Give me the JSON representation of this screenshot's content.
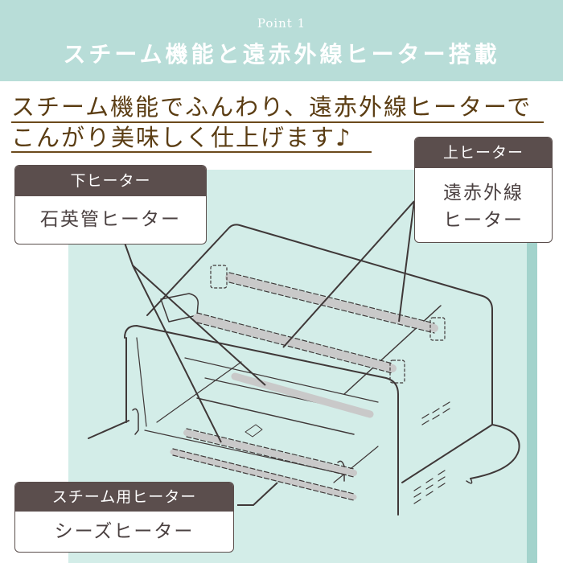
{
  "header": {
    "point_label": "Point 1",
    "title": "スチーム機能と遠赤外線ヒーター搭載",
    "bg_color": "#b8ddd8"
  },
  "subtitle": {
    "line1": "スチーム機能でふんわり、遠赤外線ヒーターで",
    "line2": "こんがり美味しく仕上げます♪",
    "color": "#5b3d13"
  },
  "callouts": {
    "lower_heater": {
      "label": "下ヒーター",
      "type": "石英管ヒーター"
    },
    "upper_heater": {
      "label": "上ヒーター",
      "type_line1": "遠赤外線",
      "type_line2": "ヒーター"
    },
    "steam_heater": {
      "label": "スチーム用ヒーター",
      "type": "シーズヒーター"
    }
  },
  "illustration": {
    "subject": "toaster-oven-cutaway",
    "panel_color": "#d3ede8",
    "heater_rod_color": "#c9c9c9",
    "line_color": "#3f3838"
  }
}
